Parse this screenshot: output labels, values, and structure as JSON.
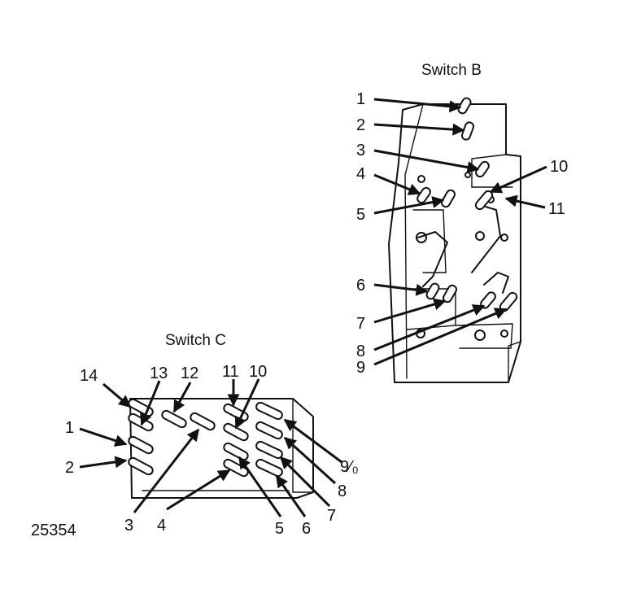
{
  "switch_b": {
    "title": "Switch B",
    "terminals": [
      "1",
      "2",
      "3",
      "4",
      "5",
      "6",
      "7",
      "8",
      "9",
      "10",
      "11"
    ]
  },
  "switch_c": {
    "title": "Switch C",
    "terminals": [
      "1",
      "2",
      "3",
      "4",
      "5",
      "6",
      "7",
      "8",
      "9⁄₀",
      "10",
      "11",
      "12",
      "13",
      "14"
    ]
  },
  "figure_number": "25354"
}
